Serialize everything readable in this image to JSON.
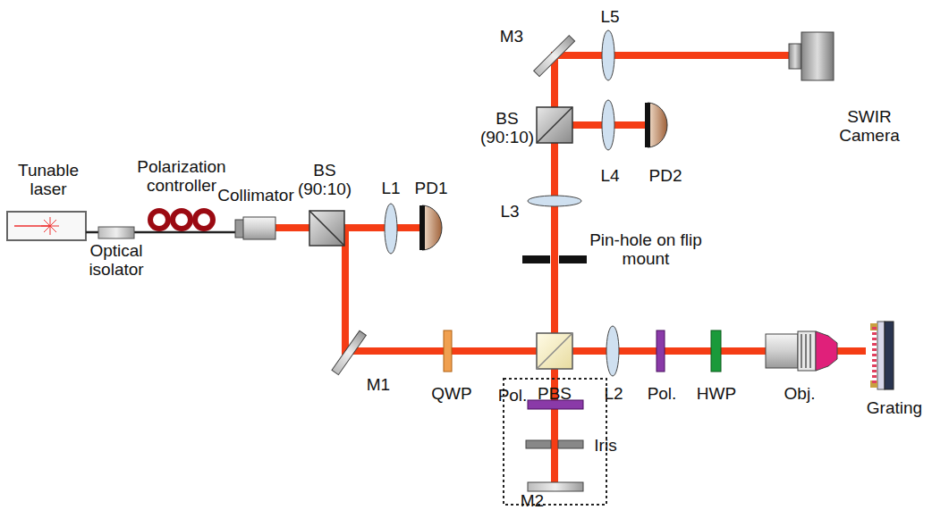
{
  "diagram": {
    "labels": [
      "Tunable laser",
      "Polarization controller",
      "Optical isolator",
      "Collimator",
      "BS (90:10)",
      "L1",
      "PD1",
      "M1",
      "QWP",
      "PBS",
      "L2",
      "Pol.",
      "HWP",
      "Obj.",
      "Grating",
      "Pol.",
      "Iris",
      "M2",
      "Pin-hole on flip mount",
      "L3",
      "BS (90:10)",
      "L4",
      "PD2",
      "M3",
      "L5",
      "SWIR Camera"
    ]
  }
}
